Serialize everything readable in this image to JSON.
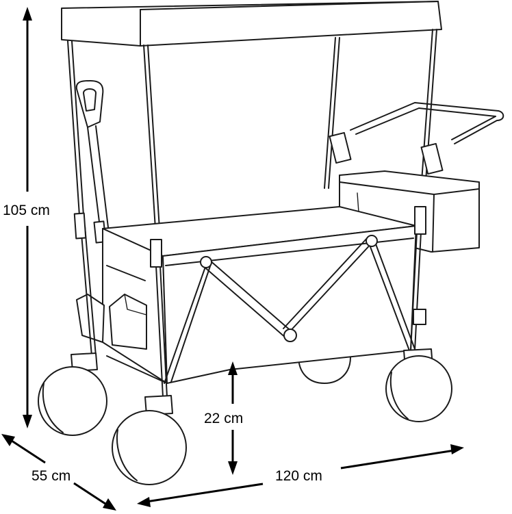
{
  "dimensions": {
    "height_label": "105 cm",
    "ground_clearance_label": "22 cm",
    "depth_label": "55 cm",
    "length_label": "120 cm"
  },
  "colors": {
    "line": "#1a1a1a",
    "arrow": "#000000",
    "background": "#ffffff"
  }
}
